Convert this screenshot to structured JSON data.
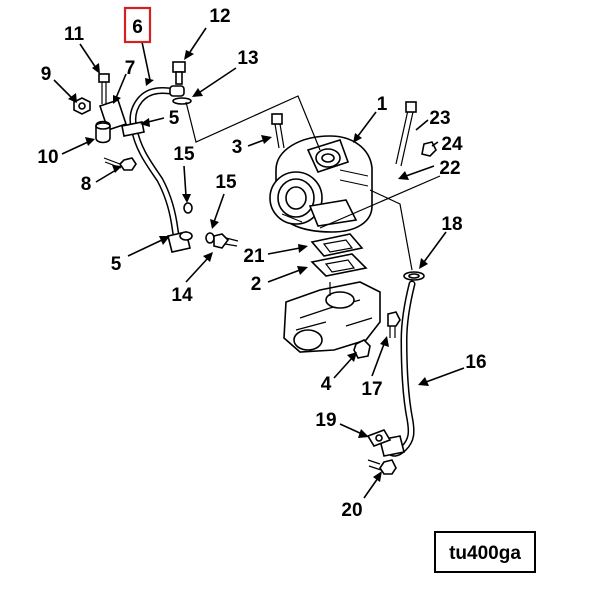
{
  "diagram": {
    "highlighted_callout": "6",
    "callouts": {
      "c1": "1",
      "c2": "2",
      "c3": "3",
      "c4": "4",
      "c5a": "5",
      "c5b": "5",
      "c6": "6",
      "c7": "7",
      "c8": "8",
      "c9": "9",
      "c10": "10",
      "c11": "11",
      "c12": "12",
      "c13": "13",
      "c14": "14",
      "c15a": "15",
      "c15b": "15",
      "c16": "16",
      "c17": "17",
      "c18": "18",
      "c19": "19",
      "c20": "20",
      "c21": "21",
      "c22": "22",
      "c23": "23",
      "c24": "24"
    },
    "figure_code": "tu400ga",
    "colors": {
      "highlight": "#d42020",
      "ink": "#000000",
      "paper": "#ffffff"
    }
  }
}
